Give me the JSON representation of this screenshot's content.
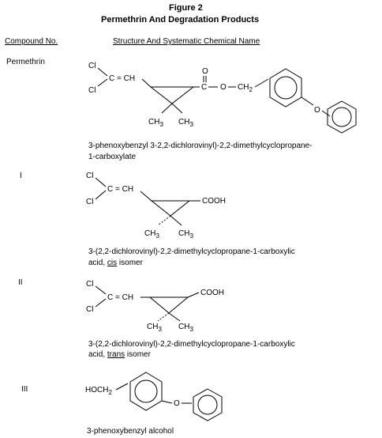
{
  "figure": {
    "title": "Figure 2",
    "subtitle": "Permethrin  And  Degradation  Products"
  },
  "headers": {
    "compound_no": "Compound No.",
    "structure_and_name": "Structure  And  Systematic  Chemical  Name"
  },
  "compounds": [
    {
      "id": "Permethrin",
      "name_line1": "3-phenoxybenzyl 3-2,2-dichlorovinyl)-2,2-dimethylcyclopropane-",
      "name_line2": "1-carboxylate",
      "labels": {
        "cl1": "Cl",
        "cl2": "Cl",
        "c_eq_ch": "C = CH",
        "o_double": "O",
        "c": "C",
        "o": "O",
        "ch2": "CH",
        "ch2_sub": "2",
        "ch3a": "CH",
        "ch3a_sub": "3",
        "ch3b": "CH",
        "ch3b_sub": "3",
        "phenoxy_o": "O"
      }
    },
    {
      "id": "I",
      "name_line1": "3-(2,2-dichlorovinyl)-2,2-dimethylcyclopropane-1-carboxylic",
      "name_line2_a": "acid, ",
      "name_line2_u": "cis",
      "name_line2_b": " isomer",
      "labels": {
        "cl1": "Cl",
        "cl2": "Cl",
        "c_eq_ch": "C = CH",
        "cooh": "COOH",
        "ch3a": "CH",
        "ch3a_sub": "3",
        "ch3b": "CH",
        "ch3b_sub": "3"
      }
    },
    {
      "id": "II",
      "name_line1": "3-(2,2-dichlorovinyl)-2,2-dimethylcyclopropane-1-carboxylic",
      "name_line2_a": "acid, ",
      "name_line2_u": "trans",
      "name_line2_b": " isomer",
      "labels": {
        "cl1": "Cl",
        "cl2": "Cl",
        "c_eq_ch": "C = CH",
        "cooh": "COOH",
        "ch3a": "CH",
        "ch3a_sub": "3",
        "ch3b": "CH",
        "ch3b_sub": "3"
      }
    },
    {
      "id": "III",
      "name_line1": "3-phenoxybenzyl alcohol",
      "labels": {
        "hoch2": "HOCH",
        "hoch2_sub": "2",
        "o": "O"
      }
    }
  ]
}
